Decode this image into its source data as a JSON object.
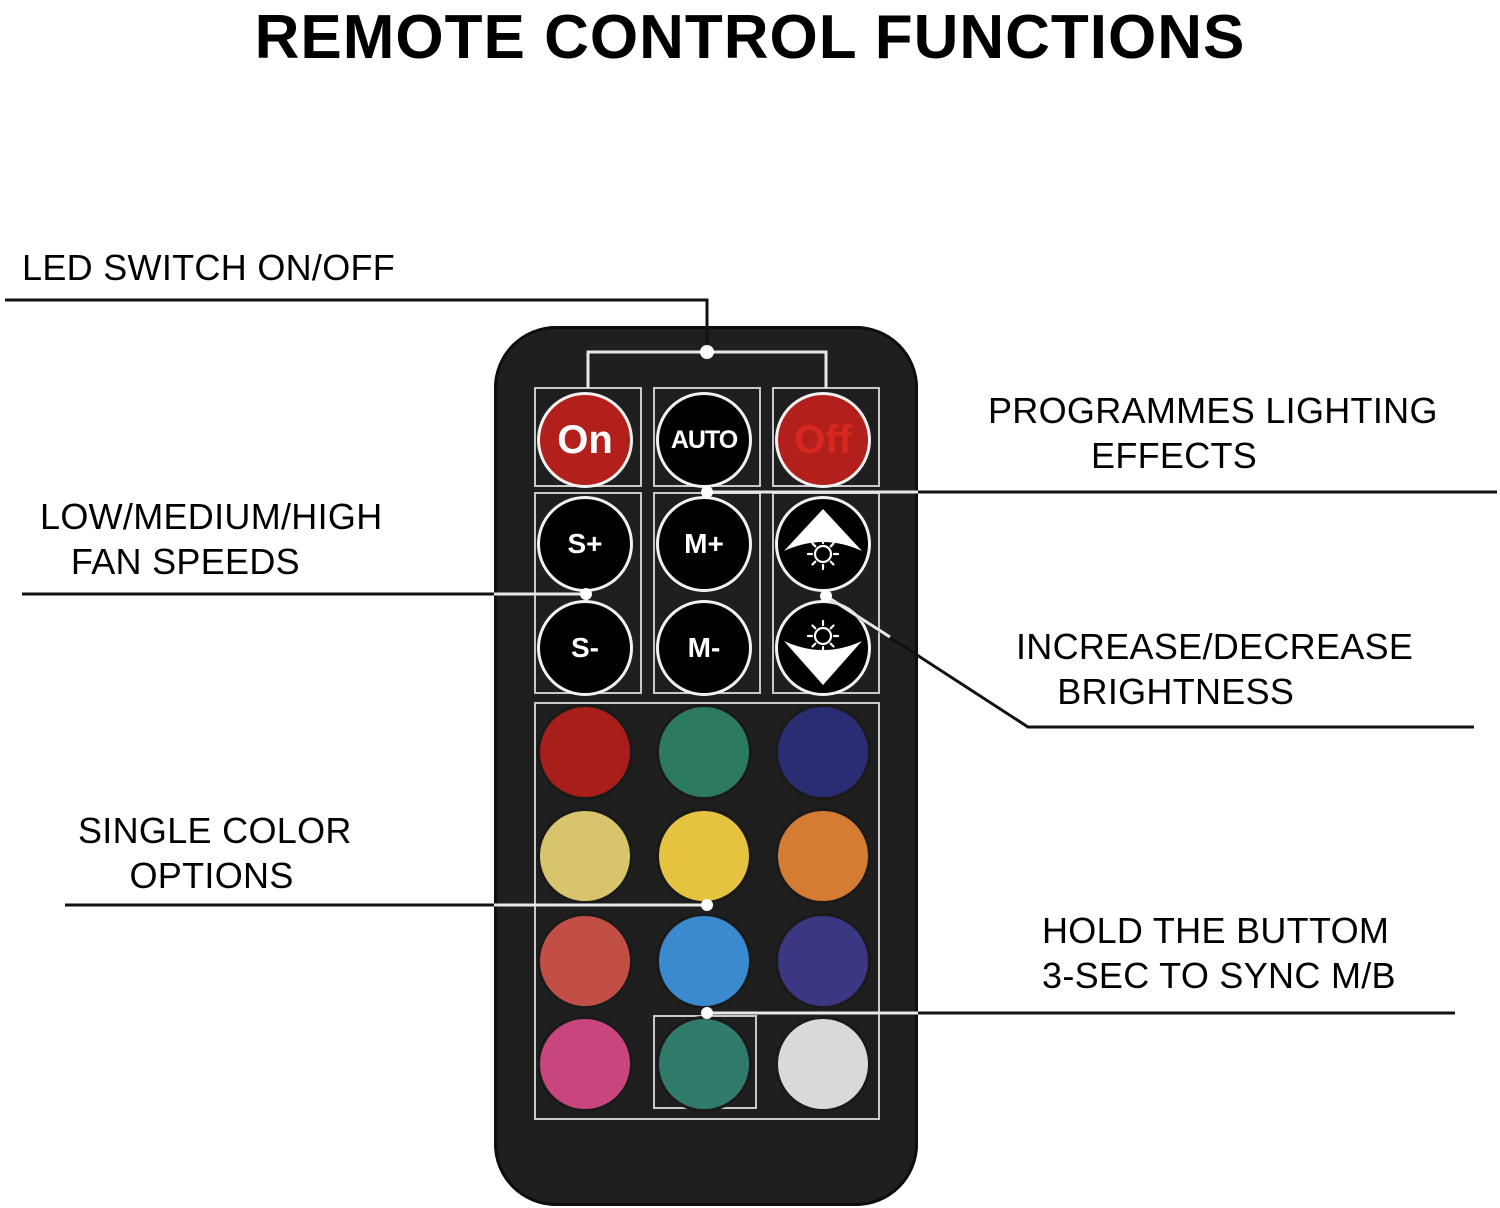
{
  "title": "REMOTE CONTROL FUNCTIONS",
  "callouts": {
    "led_switch": "LED SWITCH ON/OFF",
    "fan_speeds": "LOW/MEDIUM/HIGH\n   FAN SPEEDS",
    "single_color": "SINGLE COLOR\n     OPTIONS",
    "programmes": "PROGRAMMES LIGHTING\n          EFFECTS",
    "brightness": "INCREASE/DECREASE\n    BRIGHTNESS",
    "sync": "HOLD THE BUTTOM\n3-SEC TO SYNC M/B"
  },
  "buttons": {
    "on": "On",
    "auto": "AUTO",
    "off": "Off",
    "speed_up": "S+",
    "speed_down": "S-",
    "mode_up": "M+",
    "mode_down": "M-"
  },
  "colors": {
    "on_button": "#b3201c",
    "off_text": "#d6281f",
    "swatches": [
      "#a81e1a",
      "#2d7b5f",
      "#2b2d74",
      "#d8c46c",
      "#e6c241",
      "#d47b34",
      "#c14f45",
      "#3b8ad0",
      "#3a3783",
      "#c9457e",
      "#317b6b",
      "#d9d9dc"
    ]
  },
  "icons": {
    "brightness_up": "brightness-up-icon",
    "brightness_down": "brightness-down-icon"
  }
}
